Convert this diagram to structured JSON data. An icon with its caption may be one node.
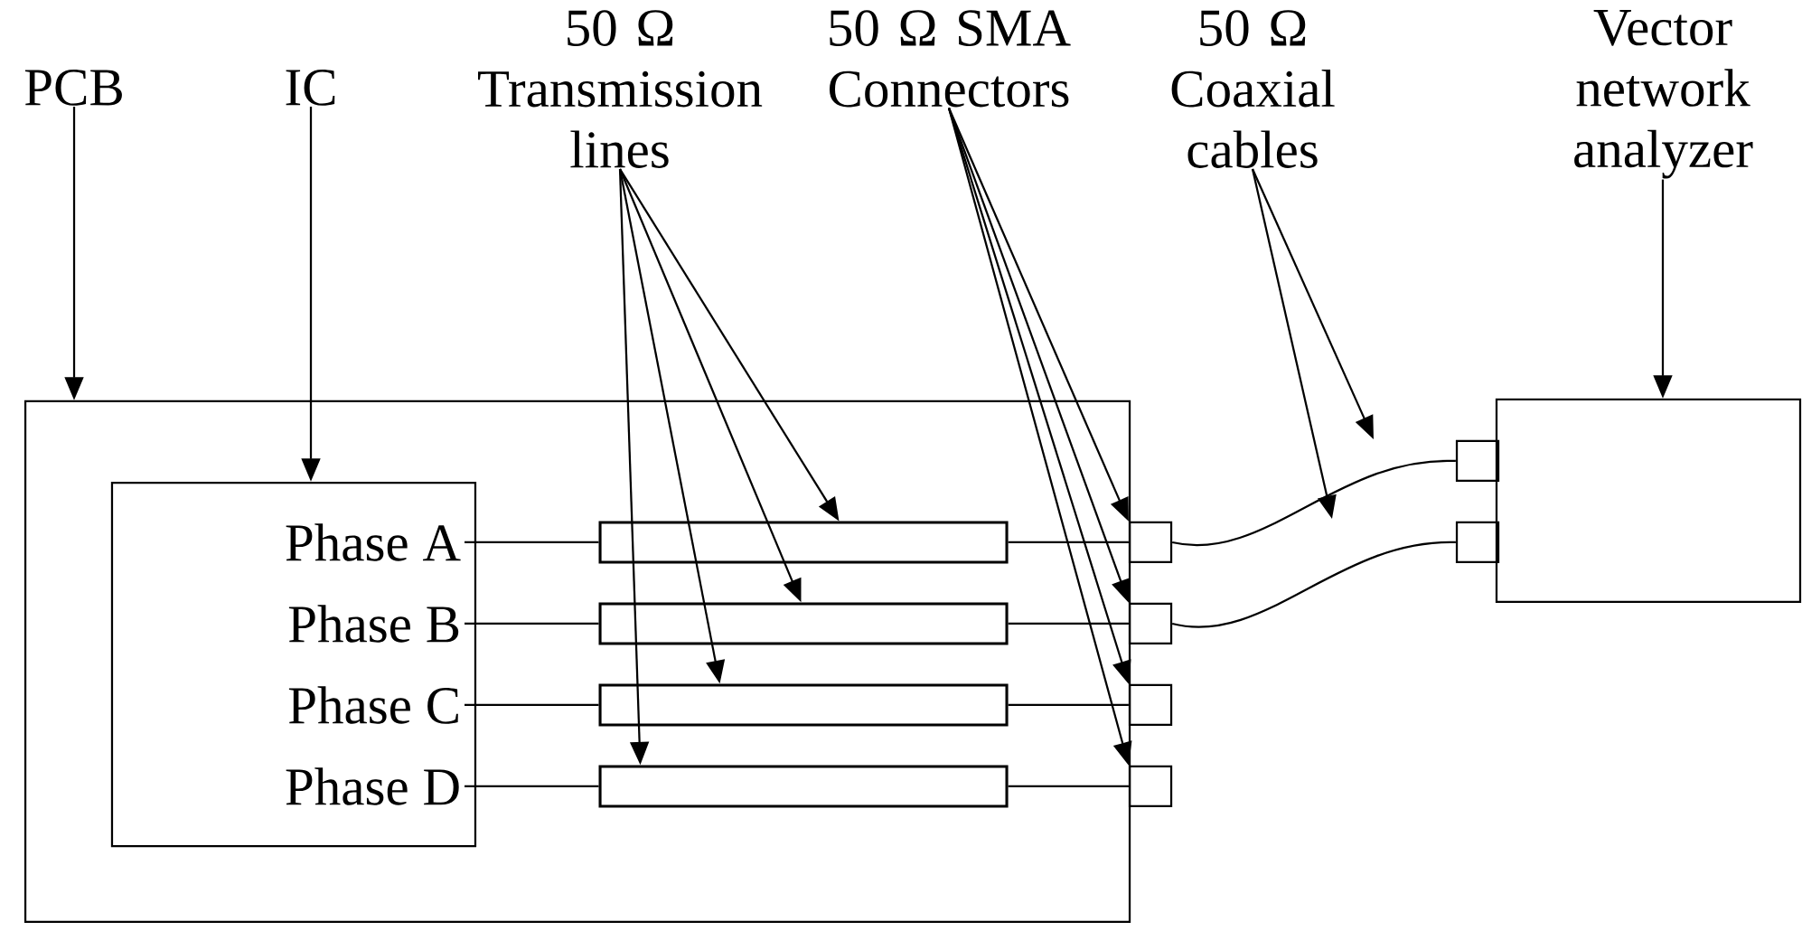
{
  "diagram": {
    "nodes": [
      {
        "text": [
          "PCB"
        ]
      },
      {
        "text": [
          "IC"
        ]
      },
      {
        "text": [
          "50 Ω Transmission lines"
        ]
      },
      {
        "text": [
          "50 Ω SMA Connectors"
        ]
      },
      {
        "text": [
          "50 Ω Coaxial cables"
        ]
      },
      {
        "text": [
          "Vector network analyzer"
        ]
      },
      {
        "text": [],
        "shape": "box"
      },
      {
        "text": [],
        "shape": "box",
        "in": 6
      },
      {
        "text": [
          "Phase A"
        ],
        "in": 7
      },
      {
        "text": [
          "Phase B"
        ],
        "in": 7
      },
      {
        "text": [
          "Phase C"
        ],
        "in": 7
      },
      {
        "text": [
          "Phase D"
        ],
        "in": 7
      },
      {
        "text": [],
        "shape": "bar",
        "in": 6
      },
      {
        "text": [],
        "shape": "bar",
        "in": 6
      },
      {
        "text": [],
        "shape": "bar",
        "in": 6
      },
      {
        "text": [],
        "shape": "bar",
        "in": 6
      },
      {
        "text": [],
        "shape": "box"
      },
      {
        "text": [],
        "shape": "box"
      },
      {
        "text": [],
        "shape": "box"
      },
      {
        "text": [],
        "shape": "box"
      },
      {
        "text": [],
        "shape": "box"
      },
      {
        "text": [],
        "shape": "box"
      },
      {
        "text": [],
        "shape": "box"
      }
    ],
    "edges": [
      {
        "from": 0,
        "to": 6,
        "arrow": "to"
      },
      {
        "from": 1,
        "to": 7,
        "arrow": "to"
      },
      {
        "from": 2,
        "to": 12,
        "arrow": "to"
      },
      {
        "from": 2,
        "to": 13,
        "arrow": "to"
      },
      {
        "from": 2,
        "to": 14,
        "arrow": "to"
      },
      {
        "from": 2,
        "to": 15,
        "arrow": "to"
      },
      {
        "from": 3,
        "to": 16,
        "arrow": "to"
      },
      {
        "from": 3,
        "to": 17,
        "arrow": "to"
      },
      {
        "from": 3,
        "to": 18,
        "arrow": "to"
      },
      {
        "from": 3,
        "to": 19,
        "arrow": "to"
      },
      {
        "from": 4,
        "to": null,
        "arrow": "to"
      },
      {
        "from": 4,
        "to": null,
        "arrow": "to"
      },
      {
        "from": 5,
        "to": 20,
        "arrow": "to"
      },
      {
        "from": 8,
        "to": 12,
        "arrow": "none"
      },
      {
        "from": 9,
        "to": 13,
        "arrow": "none"
      },
      {
        "from": 10,
        "to": 14,
        "arrow": "none"
      },
      {
        "from": 11,
        "to": 15,
        "arrow": "none"
      },
      {
        "from": 12,
        "to": 16,
        "arrow": "none"
      },
      {
        "from": 13,
        "to": 17,
        "arrow": "none"
      },
      {
        "from": 14,
        "to": 18,
        "arrow": "none"
      },
      {
        "from": 15,
        "to": 19,
        "arrow": "none"
      },
      {
        "from": 16,
        "to": 21,
        "arrow": "none"
      },
      {
        "from": 17,
        "to": 22,
        "arrow": "none"
      }
    ]
  }
}
